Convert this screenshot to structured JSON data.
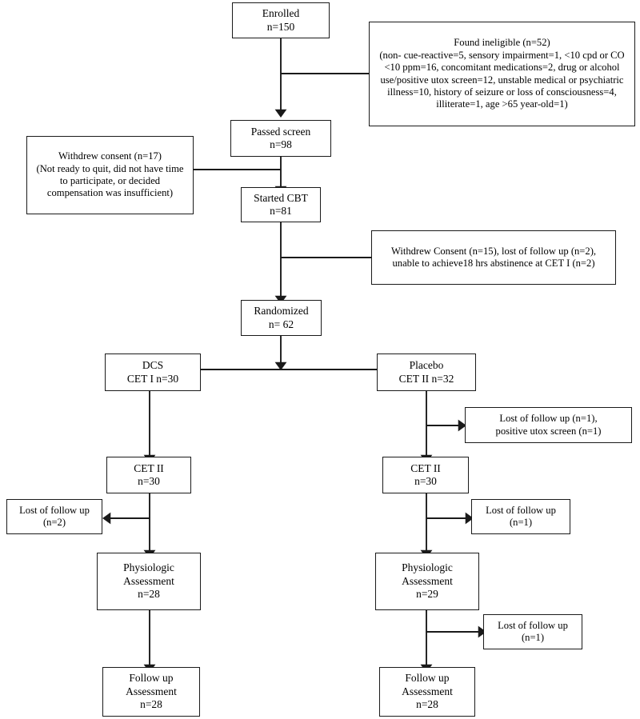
{
  "diagram": {
    "title": "CONSORT participant flow diagram",
    "line_color": "#1a1a1a",
    "background": "#ffffff"
  },
  "nodes": {
    "enrolled": "Enrolled\nn=150",
    "found_ineligible": "Found ineligible (n=52)\n(non- cue-reactive=5, sensory impairment=1,  <10 cpd or CO <10 ppm=16, concomitant medications=2, drug or alcohol use/positive utox screen=12, unstable medical or psychiatric illness=10, history of seizure or loss of consciousness=4, illiterate=1, age >65 year-old=1)",
    "passed_screen": "Passed screen\nn=98",
    "withdrew_consent_screen": "Withdrew consent (n=17)\n(Not ready to quit, did not have time to participate, or decided compensation was insufficient)",
    "started_cbt": "Started CBT\nn=81",
    "withdrew_consent_cbt": "Withdrew Consent (n=15), lost of follow up (n=2), unable to achieve18 hrs abstinence at CET I (n=2)",
    "randomized": "Randomized\nn= 62",
    "dcs": "DCS\nCET I n=30",
    "placebo": "Placebo\nCET II n=32",
    "placebo_losses": "Lost of follow up (n=1),\npositive utox screen (n=1)",
    "cet2_left": "CET II\nn=30",
    "cet2_right": "CET II\nn=30",
    "lost_left_cet2": "Lost of follow up\n(n=2)",
    "lost_right_cet2": "Lost of follow up\n(n=1)",
    "physio_left": "Physiologic\nAssessment\nn=28",
    "physio_right": "Physiologic\nAssessment\nn=29",
    "lost_right_physio": "Lost of follow up\n(n=1)",
    "followup_left": "Follow up\nAssessment\nn=28",
    "followup_right": "Follow up\nAssessment\nn=28"
  }
}
